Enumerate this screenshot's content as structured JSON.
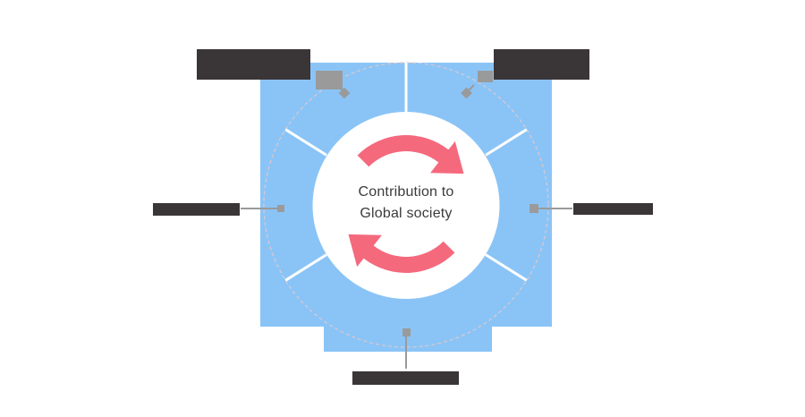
{
  "diagram": {
    "type": "cycle-diagram",
    "center_text": {
      "line1": "Contribution to",
      "line2": "Global society"
    },
    "label_bars": [
      {
        "id": "top-left",
        "text": ""
      },
      {
        "id": "top-right",
        "text": ""
      },
      {
        "id": "left",
        "text": ""
      },
      {
        "id": "right",
        "text": ""
      },
      {
        "id": "bottom",
        "text": ""
      }
    ],
    "sector_count": 5,
    "icons": [
      {
        "name": "cycle-arrow-top-icon",
        "glyph": "curved arrow clockwise"
      },
      {
        "name": "cycle-arrow-bottom-icon",
        "glyph": "curved arrow clockwise"
      }
    ]
  },
  "colors": {
    "panel_blue": "#8AC4F7",
    "accent_pink": "#F5697D",
    "bar_dark": "#3A3536",
    "connector_gray": "#9A9A9A",
    "dashed_circle": "#DCC8CD",
    "center_text": "#3B3B3B",
    "background": "#FFFFFF",
    "divider_white": "#FFFFFF"
  }
}
